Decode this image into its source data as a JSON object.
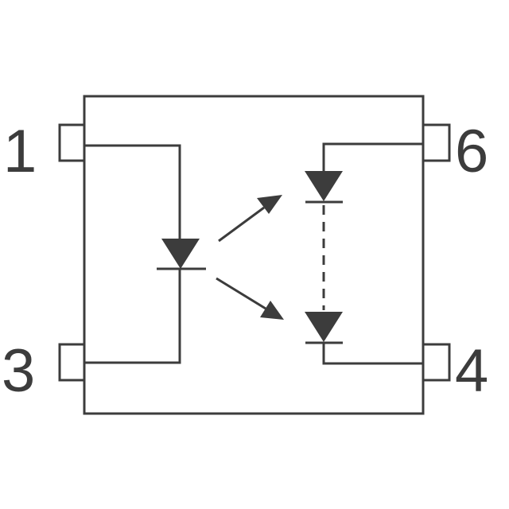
{
  "pins": {
    "pin1": "1",
    "pin3": "3",
    "pin4": "4",
    "pin6": "6"
  },
  "colors": {
    "line": "#3c3c3c",
    "fill": "#3c3c3c",
    "background": "#ffffff"
  }
}
